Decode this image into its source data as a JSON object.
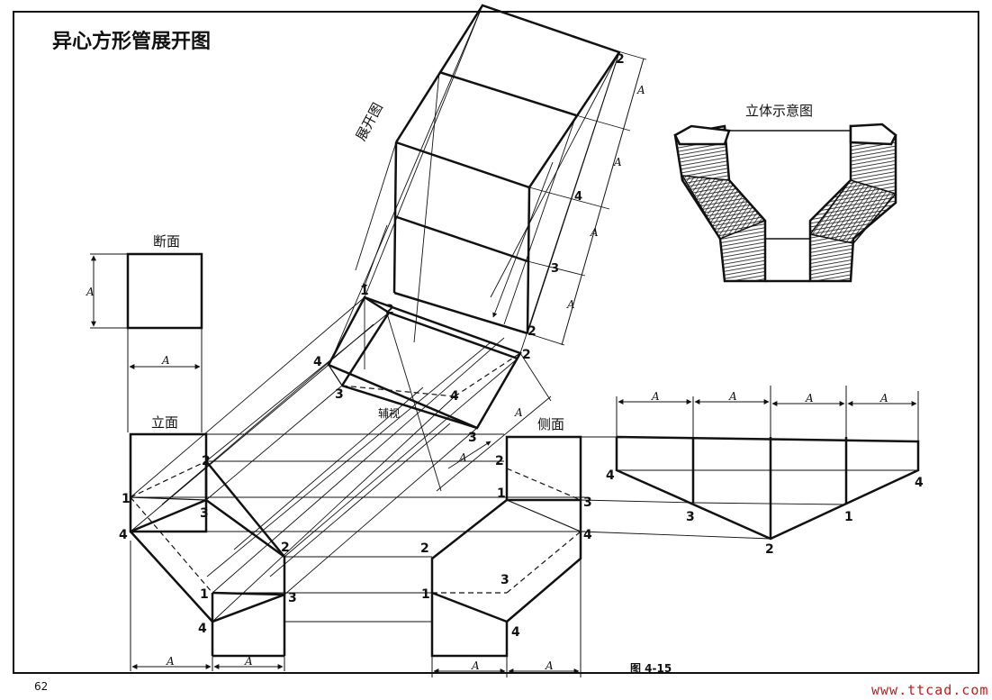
{
  "title": "异心方形管展开图",
  "labels": {
    "section": "断面",
    "front": "立面",
    "side": "侧面",
    "aux": "辅视",
    "development": "展开图",
    "isometric": "立体示意图",
    "figure": "图 4-15",
    "page_number": "62",
    "watermark": "www.ttcad.com"
  },
  "dims": {
    "A": "A",
    "four": "4",
    "three": "3"
  },
  "points": [
    "1",
    "2",
    "3",
    "4"
  ],
  "colors": {
    "ink": "#111111",
    "watermark": "#c41a1a",
    "paper": "#ffffff"
  }
}
